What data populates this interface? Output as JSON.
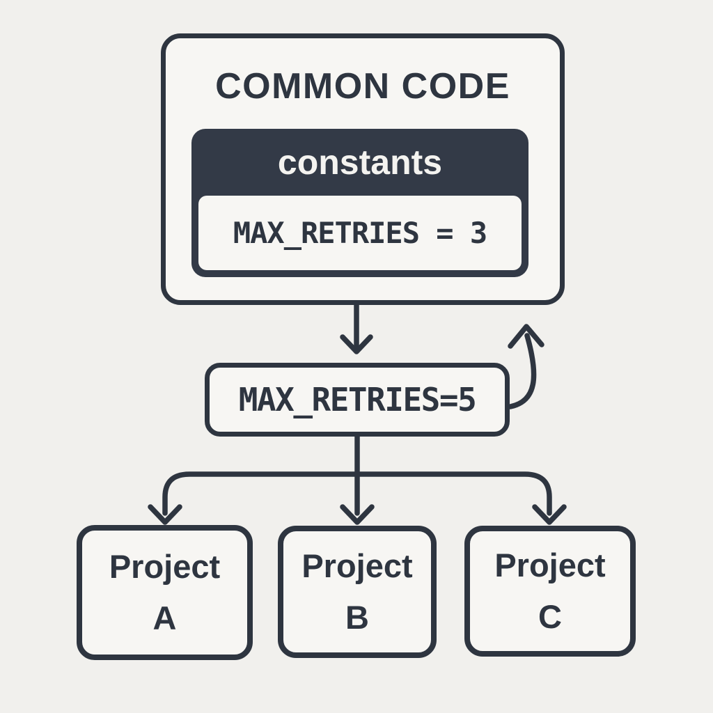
{
  "colors": {
    "ink": "#2e3540",
    "header-bg": "#333a47",
    "canvas": "#f1f0ed",
    "panel": "#f7f6f3",
    "light-text": "#f4f3f0"
  },
  "common_code": {
    "title": "COMMON CODE",
    "module": {
      "header": "constants",
      "body": "MAX_RETRIES = 3"
    }
  },
  "override": {
    "label": "MAX_RETRIES=5"
  },
  "projects": [
    {
      "name": "Project",
      "variant": "A"
    },
    {
      "name": "Project",
      "variant": "B"
    },
    {
      "name": "Project",
      "variant": "C"
    }
  ]
}
